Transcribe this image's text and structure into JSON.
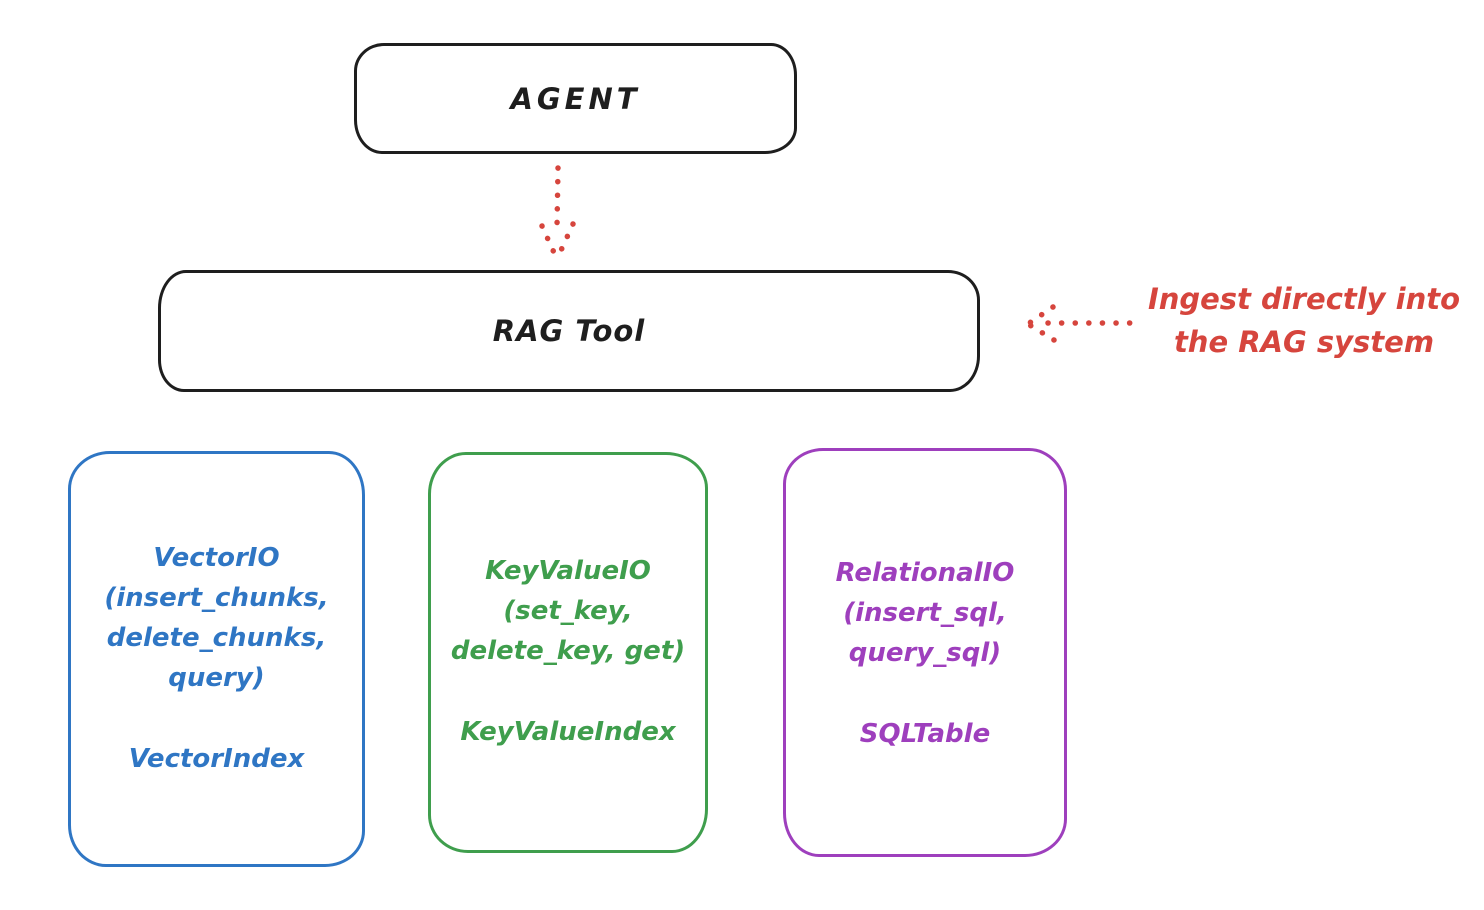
{
  "diagram": {
    "colors": {
      "ink": "#1e1e1e",
      "red": "#d6453d",
      "blue": "#2f76c4",
      "green": "#3f9e4d",
      "purple": "#9e3fbd",
      "background": "#ffffff"
    },
    "nodes": {
      "agent": {
        "label": "AGENT"
      },
      "rag_tool": {
        "label": "RAG Tool"
      }
    },
    "annotation": {
      "line1": "Ingest directly into",
      "line2": "the RAG system"
    },
    "arrows": [
      {
        "name": "agent-to-rag-tool",
        "style": "dotted",
        "direction": "down"
      },
      {
        "name": "ingest-into-rag-tool",
        "style": "dotted",
        "direction": "left"
      }
    ],
    "stores": [
      {
        "name": "vector",
        "color": "#2f76c4",
        "io_lines": [
          "VectorIO",
          "(insert_chunks,",
          "delete_chunks,",
          "query)"
        ],
        "index_label": "VectorIndex"
      },
      {
        "name": "keyvalue",
        "color": "#3f9e4d",
        "io_lines": [
          "KeyValueIO",
          "(set_key,",
          "delete_key, get)"
        ],
        "index_label": "KeyValueIndex"
      },
      {
        "name": "relational",
        "color": "#9e3fbd",
        "io_lines": [
          "RelationalIO",
          "(insert_sql,",
          "query_sql)"
        ],
        "index_label": "SQLTable"
      }
    ]
  }
}
